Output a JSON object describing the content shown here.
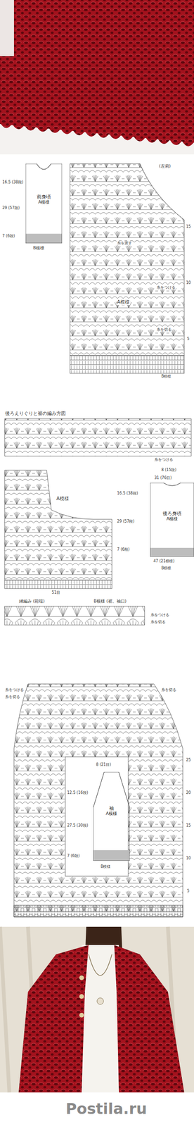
{
  "diagram": {
    "nodes": [
      {
        "text": [
          "前身頃",
          "A模様"
        ]
      },
      {
        "text": [
          "後ろ身頃",
          "A模様"
        ]
      },
      {
        "text": [
          "袖",
          "A模様"
        ]
      }
    ],
    "labels": [
      "(左前)",
      "16.5 (38段)",
      "29 (57段)",
      "7 (6段)",
      "B模様",
      "A模様",
      "糸をつける",
      "糸を切る",
      "糸を渡す",
      "15",
      "10",
      "5",
      "B模様",
      "後ろえりぐりと裾の編み方図",
      "糸をつける",
      "A模様",
      "8 (15段)",
      "31 (76目)",
      "47 (21模様)",
      "16.5 (38段)",
      "29 (57段)",
      "7 (6段)",
      "B模様",
      "51目",
      "縁編み (前端)",
      "B模様 (裾、袖口)",
      "糸をつける",
      "糸を切る",
      "糸をつける",
      "糸を切る",
      "糸を切る",
      "25",
      "20",
      "15",
      "10",
      "5",
      "8 (21目)",
      "12.5 (16段)",
      "27.5 (30段)",
      "7 (6段)",
      "B模様",
      "Postila.ru"
    ]
  }
}
